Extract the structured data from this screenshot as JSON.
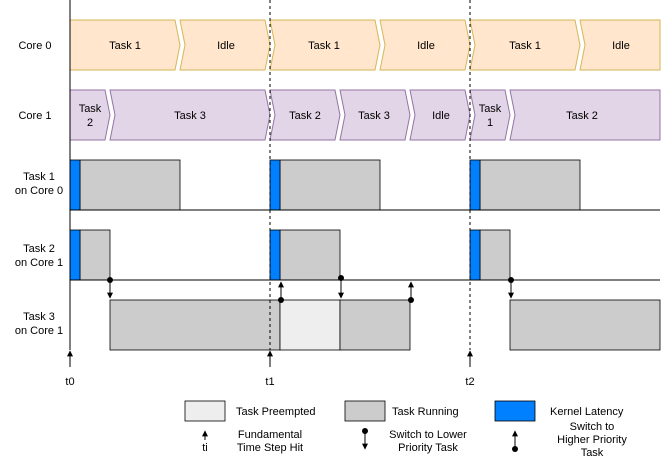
{
  "rows": [
    {
      "key": "core0",
      "label": [
        "Core 0"
      ]
    },
    {
      "key": "core1",
      "label": [
        "Core 1"
      ]
    },
    {
      "key": "task1",
      "label": [
        "Task 1",
        "on Core 0"
      ]
    },
    {
      "key": "task2",
      "label": [
        "Task 2",
        "on Core 1"
      ]
    },
    {
      "key": "task3",
      "label": [
        "Task 3",
        "on Core 1"
      ]
    }
  ],
  "core0_segments": [
    "Task 1",
    "Idle",
    "Task 1",
    "Idle",
    "Task 1",
    "Idle"
  ],
  "core1_segments": [
    [
      "Task",
      "2"
    ],
    [
      "Task 3"
    ],
    [
      "Task 2"
    ],
    [
      "Task 3"
    ],
    [
      "Idle"
    ],
    [
      "Task",
      "1"
    ],
    [
      "Task 2"
    ]
  ],
  "time_markers": [
    "t0",
    "t1",
    "t2"
  ],
  "legend": {
    "preempted": "Task Preempted",
    "running": "Task Running",
    "kernel": "Kernel Latency",
    "time_step_symbol": "ti",
    "time_step": [
      "Fundamental",
      "Time Step Hit"
    ],
    "switch_lower": [
      "Switch to Lower",
      "Priority Task"
    ],
    "switch_higher": [
      "Switch to",
      "Higher Priority",
      "Task"
    ]
  },
  "colors": {
    "task1_fill": "#ffe6cc",
    "task1_stroke": "#d6b656",
    "core1_fill": "#e1d5e7",
    "core1_stroke": "#9673a6",
    "running": "#cccccc",
    "preempted": "#eeeeee",
    "kernel": "#007fff"
  }
}
